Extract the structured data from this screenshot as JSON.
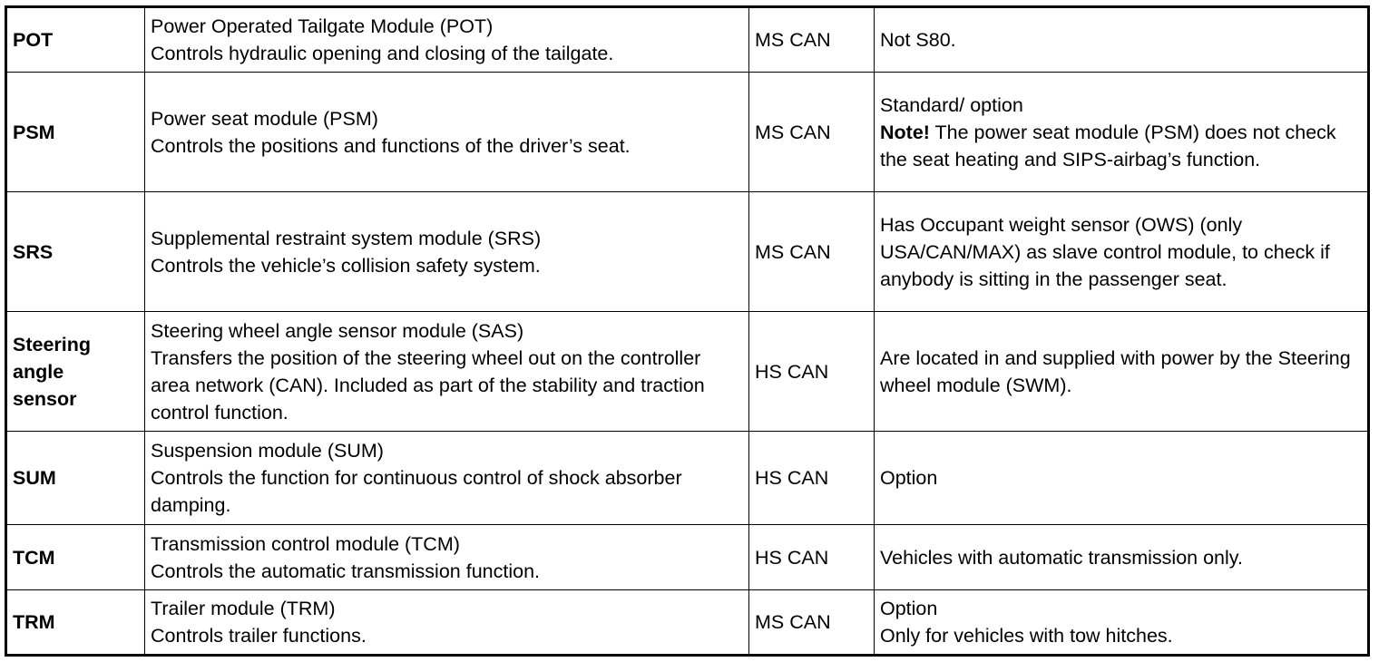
{
  "table": {
    "rows": [
      {
        "code": "POT",
        "desc_title": "Power Operated Tailgate Module (POT)",
        "desc_body": "Controls hydraulic opening and closing of the tailgate.",
        "network": "MS CAN",
        "remark_1": "Not S80.",
        "remark_2": ""
      },
      {
        "code": "PSM",
        "desc_title": "Power seat module (PSM)",
        "desc_body": "Controls the positions and functions of the driver’s seat.",
        "network": "MS CAN",
        "remark_1": "Standard/ option",
        "note_label": "Note!",
        "remark_2": " The power seat module (PSM) does not check the seat heating and SIPS-airbag’s function."
      },
      {
        "code": "SRS",
        "desc_title": "Supplemental restraint system module (SRS)",
        "desc_body": "Controls the vehicle’s collision safety system.",
        "network": "MS CAN",
        "remark_1": "Has Occupant weight sensor (OWS) (only USA/CAN/MAX) as slave control module, to check if anybody is sitting in the passenger seat.",
        "remark_2": ""
      },
      {
        "code": "Steering angle sensor",
        "desc_title": "Steering wheel angle sensor module (SAS)",
        "desc_body": "Transfers the position of the steering wheel out on the controller area network (CAN). Included as part of the stability and traction control function.",
        "network": "HS CAN",
        "remark_1": "Are located in and supplied with power by the Steering wheel module (SWM).",
        "remark_2": ""
      },
      {
        "code": "SUM",
        "desc_title": "Suspension module (SUM)",
        "desc_body": "Controls the function for continuous control of shock absorber damping.",
        "network": "HS CAN",
        "remark_1": "Option",
        "remark_2": ""
      },
      {
        "code": "TCM",
        "desc_title": "Transmission control module (TCM)",
        "desc_body": "Controls the automatic transmission function.",
        "network": "HS CAN",
        "remark_1": "Vehicles with automatic transmission only.",
        "remark_2": ""
      },
      {
        "code": "TRM",
        "desc_title": "Trailer module (TRM)",
        "desc_body": "Controls trailer functions.",
        "network": "MS CAN",
        "remark_1": "Option",
        "remark_2": "Only for vehicles with tow hitches."
      }
    ]
  }
}
